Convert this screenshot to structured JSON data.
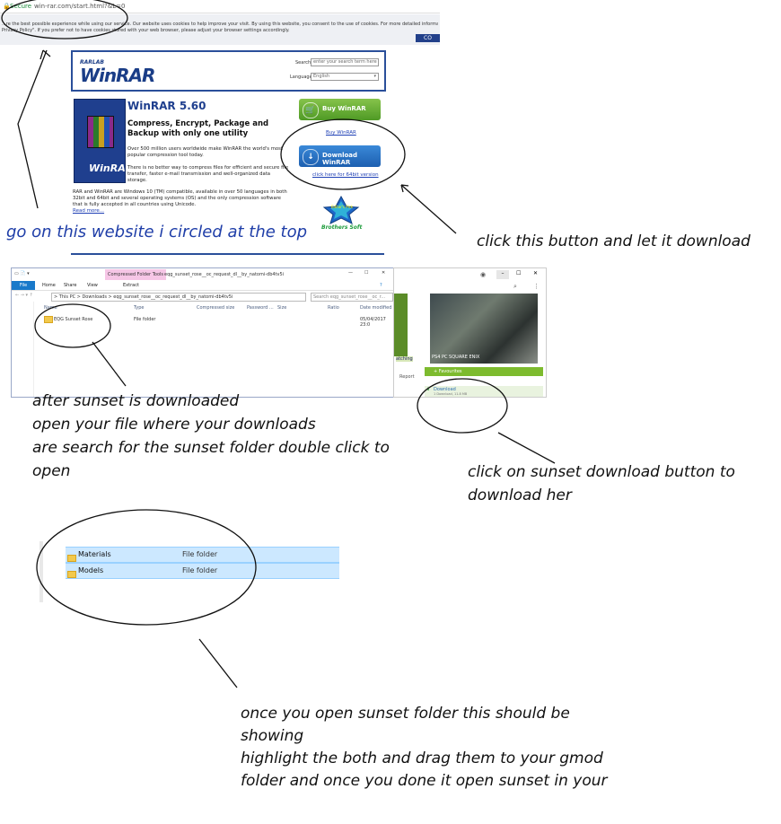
{
  "browser": {
    "secure_label": "Secure",
    "url": "win-rar.com/start.html?&L=0",
    "cookie_text_1": "...re the best possible experience while using our service. Our website uses cookies to help improve your visit. By using this website, you consent to the use of cookies. For more detailed information regarding the use of cookies",
    "cookie_text_2": "Privacy Policy\". If you prefer not to have cookies stored with your web browser, please adjust your browser settings accordingly.",
    "cookie_button": "CO"
  },
  "winrar": {
    "brand_small": "RARLAB",
    "brand_name": "WinRAR",
    "search_label": "Search",
    "search_placeholder": "enter your search term here",
    "language_label": "Language",
    "language_value": "English",
    "product_title": "WinRAR 5.60",
    "headline": "Compress, Encrypt, Package and Backup with only one utility",
    "para1": "Over 500 million users worldwide make WinRAR the world's most popular compression tool today.",
    "para2": "There is no better way to compress files for efficient and secure file transfer, faster e-mail transmission and well-organized data storage.",
    "para3": "RAR and WinRAR are Windows 10 (TM) compatible, available in over 50 languages in both 32bit and 64bit and several operating systems (OS) and the only compression software that is fully accepted in all countries using Unicode.",
    "read_more": "Read more...",
    "buy_button": "Buy WinRAR",
    "buy_link": "Buy WinRAR",
    "download_button": "Download WinRAR",
    "download_64_link": "click here for 64bit version",
    "badge_top": "Editor's Pick",
    "badge_bottom": "Brothers Soft",
    "book_label": "WinRAR"
  },
  "explorer": {
    "context_tab": "Compressed Folder Tools",
    "window_title": "eqg_sunset_rose__oc_request_dl__by_natomi-db4tv5i",
    "ribbon": {
      "file": "File",
      "home": "Home",
      "share": "Share",
      "view": "View",
      "extract": "Extract"
    },
    "breadcrumb": "> This PC > Downloads > eqg_sunset_rose__oc_request_dl__by_natomi-db4tv5i",
    "search_placeholder": "Search eqg_sunset_rose__oc_r...",
    "columns": {
      "name": "Name",
      "type": "Type",
      "compressed": "Compressed size",
      "password": "Password ...",
      "size": "Size",
      "ratio": "Ratio",
      "date": "Date modified"
    },
    "row": {
      "name": "EQG Sunset Rose",
      "type": "File folder",
      "date": "05/04/2017 23:0"
    }
  },
  "game": {
    "platforms": "PS4  PC  SQUARE ENIX",
    "left_label": "atching",
    "report": "Report",
    "favourites": "+ Favourites",
    "download": "Download",
    "download_sub": "1 Download, 11.8 MB"
  },
  "folders": [
    {
      "name": "Materials",
      "type": "File folder"
    },
    {
      "name": "Models",
      "type": "File folder"
    }
  ],
  "annotations": {
    "step1": "go  on this website  i circled at the top",
    "step2": "click  this  button  and let it download",
    "step3_lines": [
      "after sunset is downloaded",
      "open your file where your downloads",
      "are search for the sunset folder double click to",
      "open"
    ],
    "step4_lines": [
      "click on  sunset download button to",
      "download her"
    ],
    "step5_lines": [
      "once you open sunset folder this should be",
      "showing",
      "highlight the both and drag them to your gmod",
      "folder  and once you done it open sunset in your"
    ]
  }
}
